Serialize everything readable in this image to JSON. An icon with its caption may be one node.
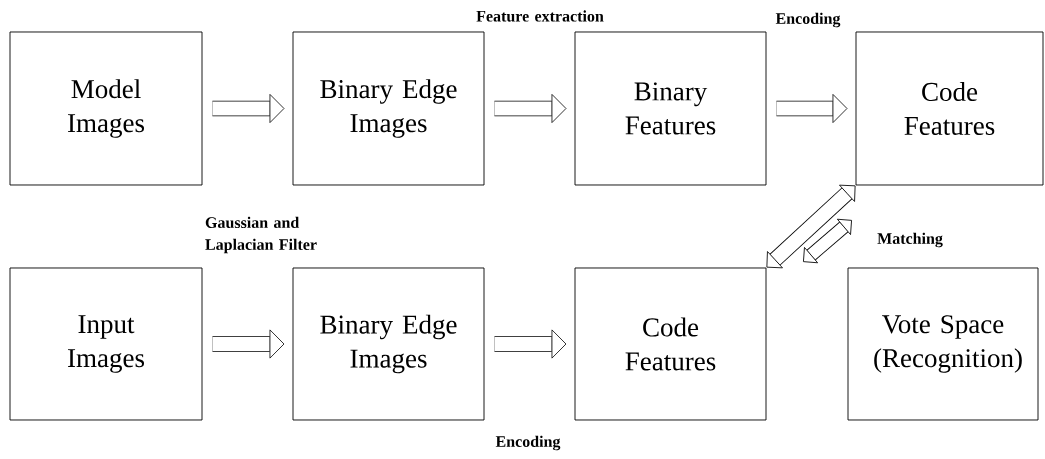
{
  "diagram": {
    "nodes": [
      {
        "text": [
          "Model Images"
        ]
      },
      {
        "text": [
          "Binary Edge Images"
        ]
      },
      {
        "text": [
          "Binary Features"
        ]
      },
      {
        "text": [
          "Code Features"
        ]
      },
      {
        "text": [
          "Input Images"
        ]
      },
      {
        "text": [
          "Binary Edge Images"
        ]
      },
      {
        "text": [
          "Code Features"
        ]
      },
      {
        "text": [
          "Vote Space (Recognition)"
        ]
      }
    ],
    "edges": [
      {
        "from": 0,
        "to": 1,
        "arrow": "to"
      },
      {
        "from": 1,
        "to": 2,
        "arrow": "to"
      },
      {
        "from": 2,
        "to": 3,
        "arrow": "to"
      },
      {
        "from": 4,
        "to": 5,
        "arrow": "to"
      },
      {
        "from": 5,
        "to": 6,
        "arrow": "to"
      },
      {
        "from": 3,
        "to": 6,
        "arrow": "both"
      }
    ],
    "labels": [
      "Feature extraction",
      "Encoding",
      "Gaussian and Laplacian Filter",
      "Matching",
      "Encoding"
    ]
  }
}
